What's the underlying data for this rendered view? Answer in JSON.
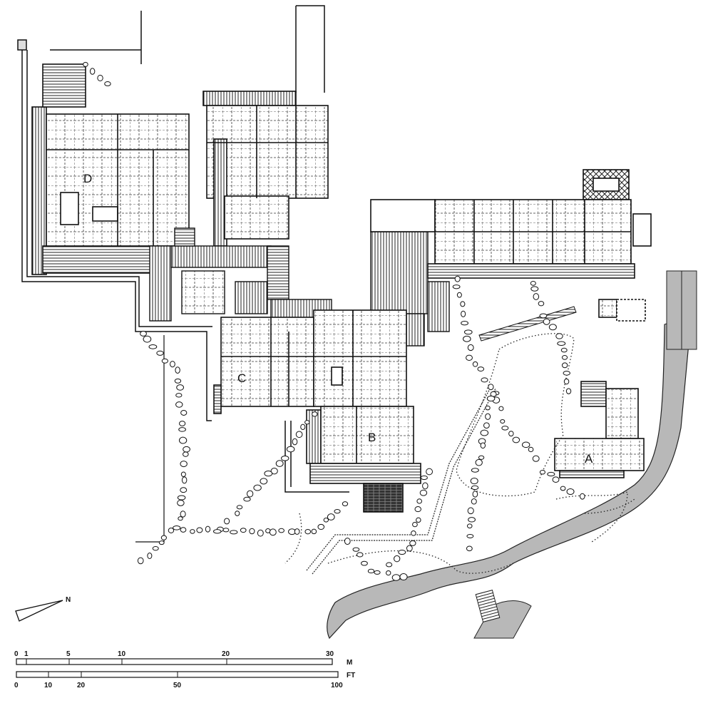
{
  "plan": {
    "labels": {
      "a": "A",
      "b": "B",
      "c": "C",
      "d": "D"
    },
    "north_label": "N"
  },
  "scale_metric": {
    "unit": "M",
    "ticks": [
      "0",
      "1",
      "5",
      "10",
      "20",
      "30"
    ]
  },
  "scale_imperial": {
    "unit": "FT",
    "ticks": [
      "0",
      "10",
      "20",
      "50",
      "100"
    ]
  },
  "colors": {
    "ink": "#111111",
    "water": "#b8b8b8",
    "paper": "#ffffff"
  }
}
